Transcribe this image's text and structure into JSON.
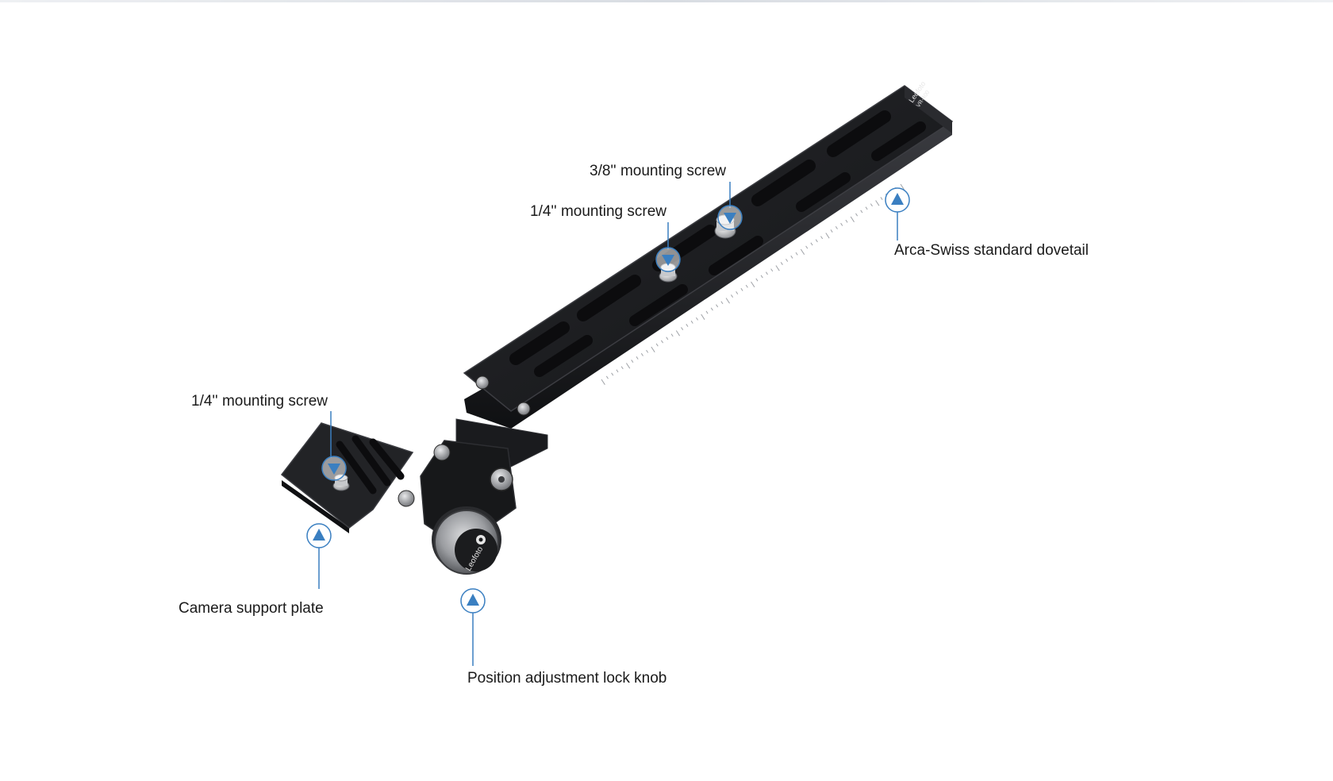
{
  "colors": {
    "background": "#ffffff",
    "accent_blue": "#3a7fc1",
    "rail_black": "#1e1f22",
    "rail_edge": "#2f3034",
    "slot_dark": "#0c0c0e",
    "metal_silver": "#b9bcc1",
    "label_text": "#1a1a1a"
  },
  "brand": {
    "logo_text": "Leofoto",
    "model_text": "VR-400"
  },
  "callouts": [
    {
      "id": "mount-38-top",
      "label": "3/8'' mounting screw",
      "marker": "arrow-down-icon"
    },
    {
      "id": "mount-14-top",
      "label": "1/4'' mounting screw",
      "marker": "arrow-down-icon"
    },
    {
      "id": "dovetail",
      "label": "Arca-Swiss standard dovetail",
      "marker": "arrow-up-icon"
    },
    {
      "id": "mount-14-plate",
      "label": "1/4'' mounting screw",
      "marker": "arrow-down-icon"
    },
    {
      "id": "camera-plate",
      "label": "Camera support plate",
      "marker": "arrow-up-icon"
    },
    {
      "id": "lock-knob",
      "label": "Position adjustment lock knob",
      "marker": "arrow-up-icon"
    }
  ]
}
